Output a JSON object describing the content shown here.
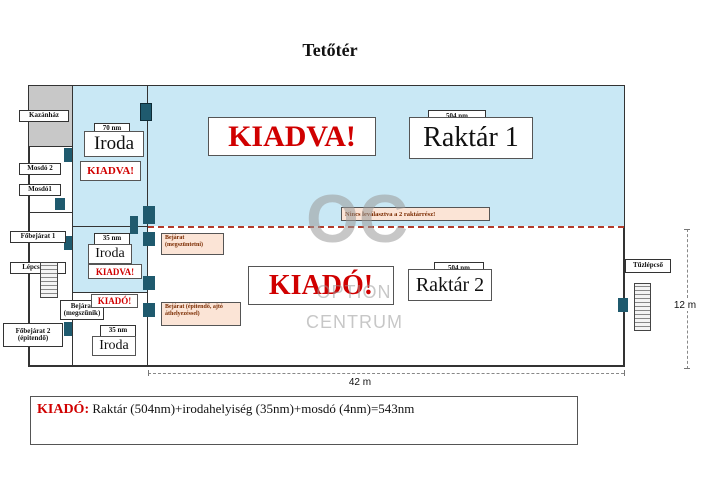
{
  "title": "Tetőtér",
  "rooms": {
    "kazanhaz": "Kazánház",
    "mosdo2": "Mosdó 2",
    "mosdo1": "Mosdó1",
    "fobejarat1": "Főbejárat 1",
    "lepcsohaz": "Lépcsőház",
    "fobejarat2": "Főbejárat  2 (épitendő)",
    "bejarat_megszunik": "Bejárat (megszűnik)",
    "bejarat_megszuntetni": "Bejárat (megszüntetni)",
    "bejarat_epitendo": "Bejárat (épitendő, ajtó áthelyezéssel)",
    "tuzlepcso": "Tűzlépcső"
  },
  "office1": {
    "area": "70 nm",
    "name": "Iroda",
    "status": "KIADVA!"
  },
  "office2": {
    "area": "35 nm",
    "name": "Iroda",
    "status": "KIADVA!"
  },
  "office3": {
    "area": "35 nm",
    "name": "Iroda",
    "status": "KIADÓ!"
  },
  "warehouse1": {
    "area": "504 nm",
    "name": "Raktár 1",
    "status": "KIADVA!"
  },
  "warehouse2": {
    "area": "504 nm",
    "name": "Raktár 2",
    "status": "KIADÓ!"
  },
  "divider_note": "Nincs leválasztva a 2 raktárrész!",
  "dimensions": {
    "width": "42 m",
    "height": "12 m"
  },
  "watermark": {
    "logo": "OC",
    "line1": "OPTION",
    "line2": "CENTRUM"
  },
  "summary": {
    "label": "KIADÓ:",
    "text": " Raktár (504nm)+irodahelyiség (35nm)+mosdó (4nm)=543nm"
  },
  "colors": {
    "room_fill": "#c9e8f5",
    "status_red": "#d00000",
    "note_fill": "#fbe4d6"
  }
}
